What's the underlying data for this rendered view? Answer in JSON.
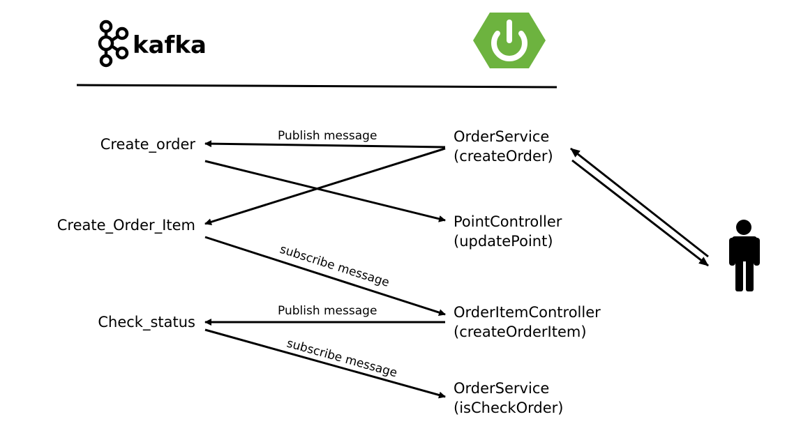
{
  "header": {
    "kafka_logo_text": "kafka",
    "spring_logo": "spring-power-logo",
    "spring_color": "#6DB33F"
  },
  "topics": {
    "create_order": "Create_order",
    "create_order_item": "Create_Order_Item",
    "check_status": "Check_status"
  },
  "services": {
    "order_service_create": {
      "name": "OrderService",
      "method": "(createOrder)"
    },
    "point_controller": {
      "name": "PointController",
      "method": "(updatePoint)"
    },
    "order_item_controller": {
      "name": "OrderItemController",
      "method": "(createOrderItem)"
    },
    "order_service_check": {
      "name": "OrderService",
      "method": "(isCheckOrder)"
    }
  },
  "edges": {
    "publish_1": "Publish message",
    "subscribe_1": "subscribe message",
    "publish_2": "Publish message",
    "subscribe_2": "subscribe message"
  },
  "actor": {
    "icon": "person-icon"
  }
}
